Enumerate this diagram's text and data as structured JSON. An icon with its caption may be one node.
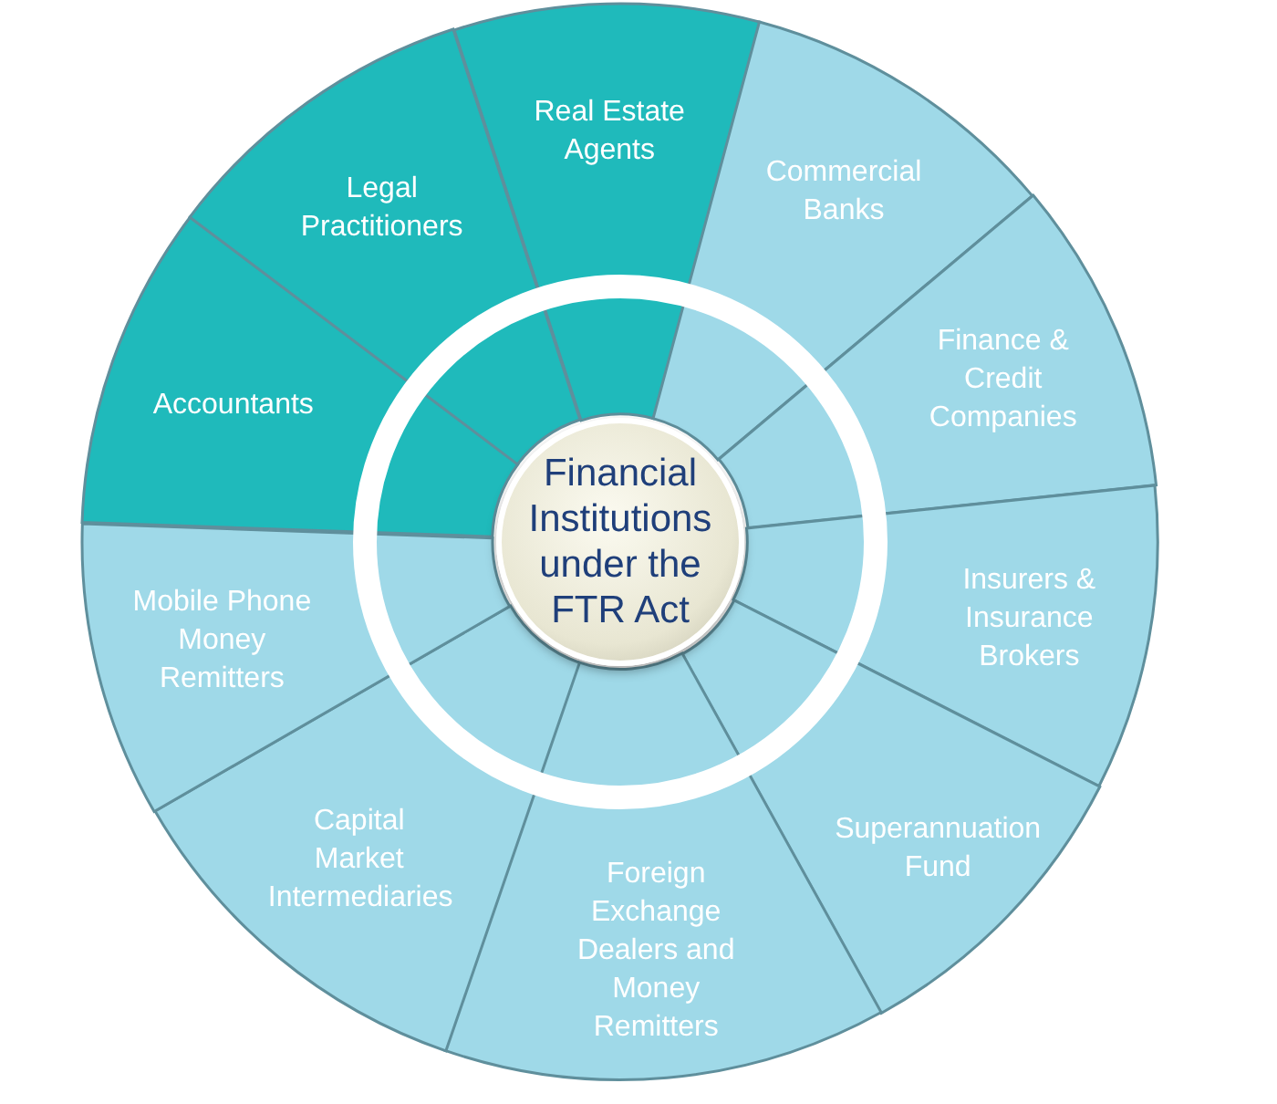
{
  "diagram": {
    "nodes": [
      {
        "text": [
          "Financial Institutions under the FTR Act"
        ]
      },
      {
        "text": [
          "Real Estate Agents"
        ]
      },
      {
        "text": [
          "Commercial Banks"
        ]
      },
      {
        "text": [
          "Finance & Credit Companies"
        ]
      },
      {
        "text": [
          "Insurers & Insurance Brokers"
        ]
      },
      {
        "text": [
          "Superannuation Fund"
        ]
      },
      {
        "text": [
          "Foreign Exchange Dealers and Money Remitters"
        ]
      },
      {
        "text": [
          "Capital Market Intermediaries"
        ]
      },
      {
        "text": [
          "Mobile Phone Money Remitters"
        ]
      },
      {
        "text": [
          "Accountants"
        ]
      },
      {
        "text": [
          "Legal Practitioners"
        ]
      }
    ]
  }
}
